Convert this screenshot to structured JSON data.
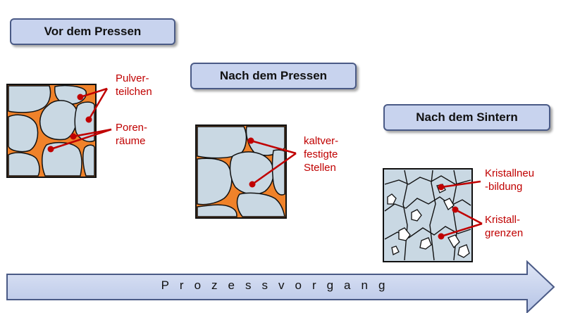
{
  "stages": [
    {
      "label": "Vor dem Pressen"
    },
    {
      "label": "Nach dem Pressen"
    },
    {
      "label": "Nach dem Sintern"
    }
  ],
  "annotations": {
    "pulverteilchen": [
      "Pulver-",
      "teilchen"
    ],
    "porenraeume": [
      "Poren-",
      "räume"
    ],
    "kaltverfestigt": [
      "kaltver-",
      "festigte",
      "Stellen"
    ],
    "kristallneubildung": [
      "Kristallneu",
      "-bildung"
    ],
    "kristallgrenzen": [
      "Kristall-",
      "grenzen"
    ]
  },
  "arrow": {
    "label": "Prozessvorgang"
  },
  "colors": {
    "grain_fill": "#c9d8e3",
    "pore_fill": "#f0822a",
    "label_fill": "#c8d3ee",
    "label_border": "#4a5a86",
    "annotation": "#c00000",
    "arrow_fill": "#c8d3ee"
  }
}
